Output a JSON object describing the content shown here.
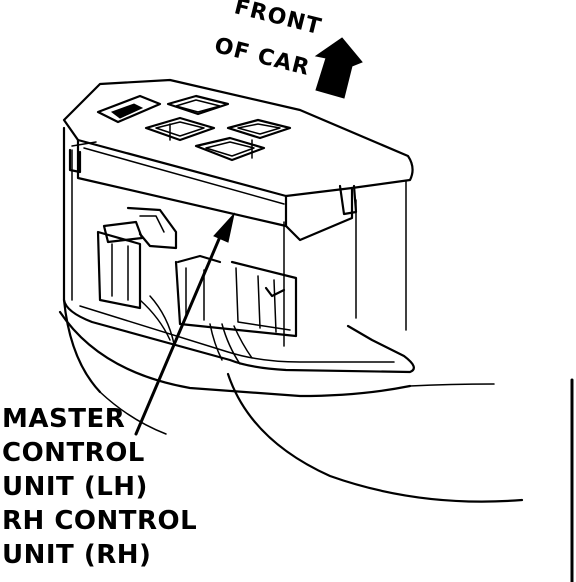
{
  "figure": {
    "direction_label_line1": "FRONT",
    "direction_label_line2": "OF CAR",
    "callout_lines": [
      "MASTER",
      "CONTROL",
      "UNIT (LH)",
      "RH CONTROL",
      "UNIT (RH)"
    ],
    "line_color": "#000000",
    "background_color": "#ffffff",
    "icons": [
      "direction-arrow-icon",
      "leader-arrow-icon"
    ]
  }
}
